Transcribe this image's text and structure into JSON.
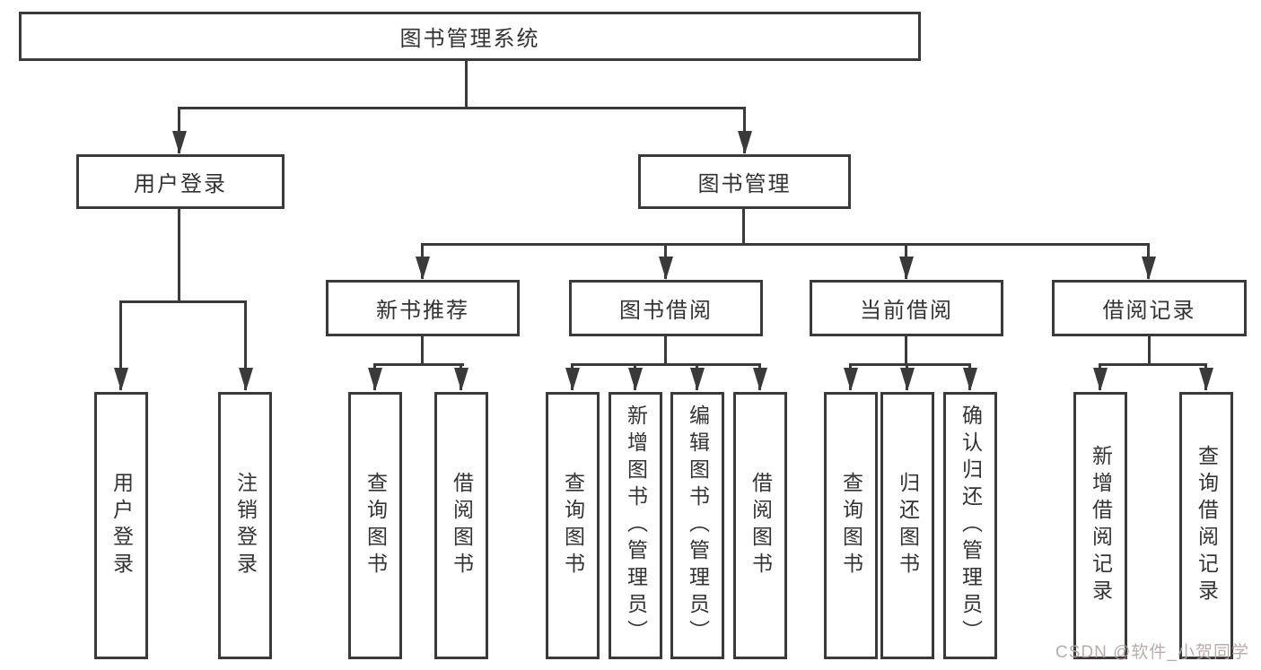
{
  "tree": {
    "root": {
      "label": "图书管理系统"
    },
    "branches": [
      {
        "label": "用户登录",
        "children": [
          {
            "label": "用户登录"
          },
          {
            "label": "注销登录"
          }
        ]
      },
      {
        "label": "图书管理",
        "children": [
          {
            "label": "新书推荐",
            "children": [
              {
                "label": "查询图书"
              },
              {
                "label": "借阅图书"
              }
            ]
          },
          {
            "label": "图书借阅",
            "children": [
              {
                "label": "查询图书"
              },
              {
                "label": "新增图书（管理员）"
              },
              {
                "label": "编辑图书（管理员）"
              },
              {
                "label": "借阅图书"
              }
            ]
          },
          {
            "label": "当前借阅",
            "children": [
              {
                "label": "查询图书"
              },
              {
                "label": "归还图书"
              },
              {
                "label": "确认归还（管理员）"
              }
            ]
          },
          {
            "label": "借阅记录",
            "children": [
              {
                "label": "新增借阅记录"
              },
              {
                "label": "查询借阅记录"
              }
            ]
          }
        ]
      }
    ]
  },
  "watermark": {
    "text": "CSDN @软件_小贺同学",
    "color": "#b3a4a4"
  },
  "colors": {
    "line": "#3a3a3a",
    "text": "#333333",
    "background": "#ffffff"
  }
}
